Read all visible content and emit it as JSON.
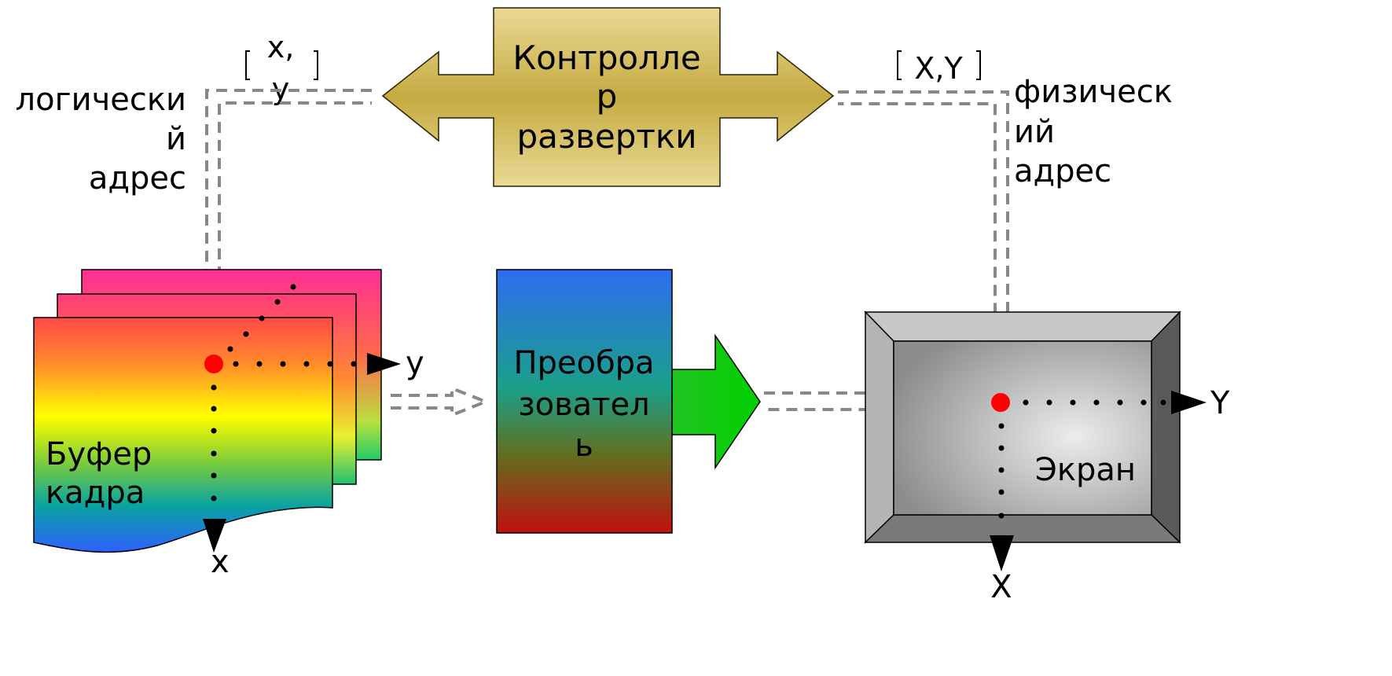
{
  "controller": {
    "line1": "Контролле",
    "line2": "р",
    "line3": "развертки"
  },
  "logical_address": {
    "line1": "логически",
    "line2": "й",
    "line3": "адрес"
  },
  "logical_coords": {
    "line1": "x,",
    "line2": "y"
  },
  "physical_address": {
    "line1": "физическ",
    "line2": "ий",
    "line3": "адрес"
  },
  "physical_coords": "X,Y",
  "frame_buffer": {
    "line1": "Буфер",
    "line2": "кадра",
    "axis_y": "y",
    "axis_x": "x"
  },
  "converter": {
    "line1": "Преобра",
    "line2": "зовател",
    "line3": "ь"
  },
  "screen": {
    "label": "Экран",
    "axis_y": "Y",
    "axis_x": "X"
  },
  "colors": {
    "controller_gold": "#c8b046",
    "pixel_marker": "#ff0000",
    "dashed_link": "#888888",
    "frame_magenta": "#ff3a8c",
    "converter_green": "#00cc00",
    "screen_gray": "#9a9a9a"
  }
}
